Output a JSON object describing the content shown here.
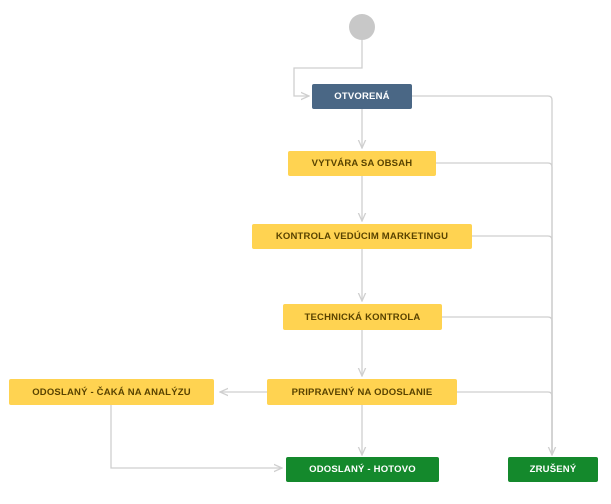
{
  "workflow": {
    "start_node": "start",
    "statuses": {
      "otvorena": {
        "label": "OTVORENÁ",
        "category": "todo"
      },
      "vytvara": {
        "label": "VYTVÁRA SA OBSAH",
        "category": "inprog"
      },
      "kontrola_vm": {
        "label": "KONTROLA VEDÚCIM MARKETINGU",
        "category": "inprog"
      },
      "technicka": {
        "label": "TECHNICKÁ KONTROLA",
        "category": "inprog"
      },
      "pripraveny": {
        "label": "PRIPRAVENÝ NA ODOSLANIE",
        "category": "inprog"
      },
      "caka": {
        "label": "ODOSLANÝ - ČAKÁ NA ANALÝZU",
        "category": "inprog"
      },
      "hotovo": {
        "label": "ODOSLANÝ - HOTOVO",
        "category": "done"
      },
      "zruseny": {
        "label": "ZRUŠENÝ",
        "category": "done"
      }
    },
    "transitions": [
      {
        "from": "start",
        "to": "otvorena"
      },
      {
        "from": "otvorena",
        "to": "vytvara"
      },
      {
        "from": "vytvara",
        "to": "kontrola_vm"
      },
      {
        "from": "kontrola_vm",
        "to": "technicka"
      },
      {
        "from": "technicka",
        "to": "pripraveny"
      },
      {
        "from": "pripraveny",
        "to": "hotovo"
      },
      {
        "from": "pripraveny",
        "to": "caka"
      },
      {
        "from": "caka",
        "to": "hotovo"
      },
      {
        "from": "otvorena",
        "to": "zruseny"
      },
      {
        "from": "vytvara",
        "to": "zruseny"
      },
      {
        "from": "kontrola_vm",
        "to": "zruseny"
      },
      {
        "from": "technicka",
        "to": "zruseny"
      },
      {
        "from": "pripraveny",
        "to": "zruseny"
      }
    ],
    "colors": {
      "todo": "#4a6785",
      "inprogress": "#ffd351",
      "done": "#14892c",
      "edge": "#cfcfcf",
      "start": "#c8c8c8"
    }
  }
}
